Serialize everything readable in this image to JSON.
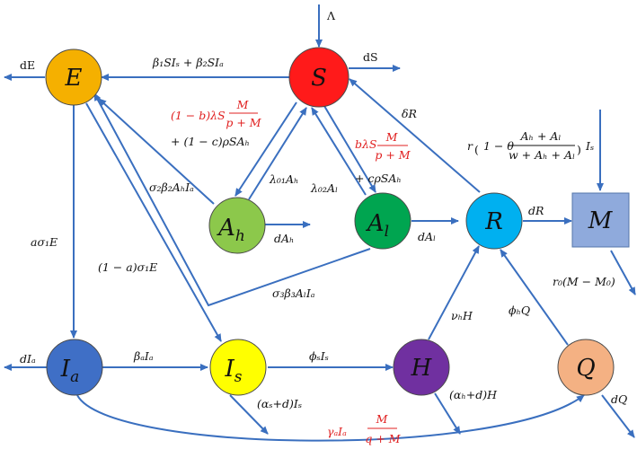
{
  "nodes": {
    "E": {
      "label": "E",
      "color": "#f5b000"
    },
    "S": {
      "label": "S",
      "color": "#ff1a1a"
    },
    "Ah": {
      "label": "A_h",
      "color": "#8cc84b"
    },
    "Al": {
      "label": "A_l",
      "color": "#00a550"
    },
    "R": {
      "label": "R",
      "color": "#00b0f0"
    },
    "M": {
      "label": "M",
      "color": "#8faadc"
    },
    "Ia": {
      "label": "I_a",
      "color": "#3f6fc6"
    },
    "Is": {
      "label": "I_s",
      "color": "#ffff00"
    },
    "H": {
      "label": "H",
      "color": "#7030a0"
    },
    "Q": {
      "label": "Q",
      "color": "#f4b183"
    }
  },
  "edge_labels": {
    "lambda": "Λ",
    "dS": "dS",
    "dE": "dE",
    "beta_infection": "β₁SIₛ + β₂SIₐ",
    "ah_red": "(1 − b)λS·M/(p + M)",
    "ah_black": "+ (1 − c)ρSAₕ",
    "delta_r": "δR",
    "al_red": "bλS·M/(p + M)",
    "al_black": "+ cρSAₕ",
    "m_to_r": "r(1 − θ·(Aₕ + Aₗ)/(w + Aₕ + Aₗ))Iₛ",
    "sigma2": "σ₂β₂AₕIₐ",
    "lambda01": "λ₀₁Aₕ",
    "lambda02": "λ₀₂Aₗ",
    "dAh": "dAₕ",
    "dAl": "dAₗ",
    "dR": "dR",
    "a_sigma": "aσ₁E",
    "one_minus_a_sigma": "(1 − a)σ₁E",
    "sigma3": "σ₃β₃AₗIₐ",
    "r0": "r₀(M − M₀)",
    "nu_h": "νₕH",
    "phi_h": "ϕₕQ",
    "dIa": "dIₐ",
    "beta_a": "βₐIₐ",
    "phi_s": "ϕₛIₛ",
    "alpha_s": "(αₛ+d)Iₛ",
    "alpha_h": "(αₕ+d)H",
    "dQ": "dQ",
    "gamma_red": "γₐIₐ·M/(q + M)"
  },
  "fractions": {
    "ah_M": "M",
    "ah_pM": "p + M",
    "al_M": "M",
    "al_pM": "p + M",
    "g_M": "M",
    "g_qM": "q + M",
    "theta_num": "Aₕ + Aₗ",
    "theta_den": "w + Aₕ + Aₗ"
  },
  "colors": {
    "arrow": "#3a6fbf",
    "red_text": "#e02020"
  }
}
